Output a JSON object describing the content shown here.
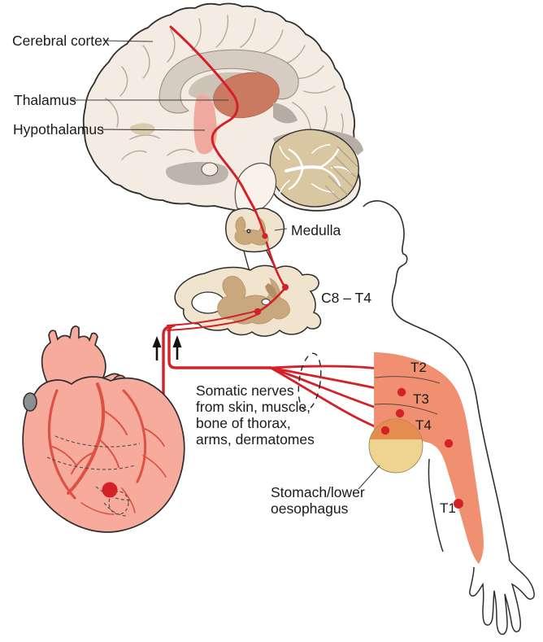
{
  "diagram": {
    "labels": {
      "cerebral_cortex": "Cerebral cortex",
      "thalamus": "Thalamus",
      "hypothalamus": "Hypothalamus",
      "medulla": "Medulla",
      "spinal_segment": "C8 – T4",
      "dermatome_t1": "T1",
      "dermatome_t2": "T2",
      "dermatome_t3": "T3",
      "dermatome_t4": "T4"
    },
    "annotations": {
      "somatic_nerves": {
        "line1": "Somatic nerves",
        "line2": "from skin, muscle,",
        "line3": "bone of thorax,",
        "line4": "arms, dermatomes"
      },
      "stomach": {
        "line1": "Stomach/lower",
        "line2": "oesophagus"
      }
    },
    "colors": {
      "pathway_red": "#d42127",
      "brain_fill": "#f4ebe2",
      "corpus_callosum_fill": "#d6ccc1",
      "thalamus_fill": "#c97a60",
      "hypothalamus_fill": "#efa99e",
      "cerebellum_fill": "#d9c7a1",
      "section_fill": "#f0e4cf",
      "gray_matter_fill": "#c9a87d",
      "heart_fill": "#f7ab9d",
      "artery_fill": "#dc5243",
      "dermatome_fill": "#f09071",
      "stomach_overlap_fill": "#e58d50",
      "stomach_fill": "#eed391",
      "outline": "#2e2e2e",
      "text": "#1a1a1a"
    }
  }
}
